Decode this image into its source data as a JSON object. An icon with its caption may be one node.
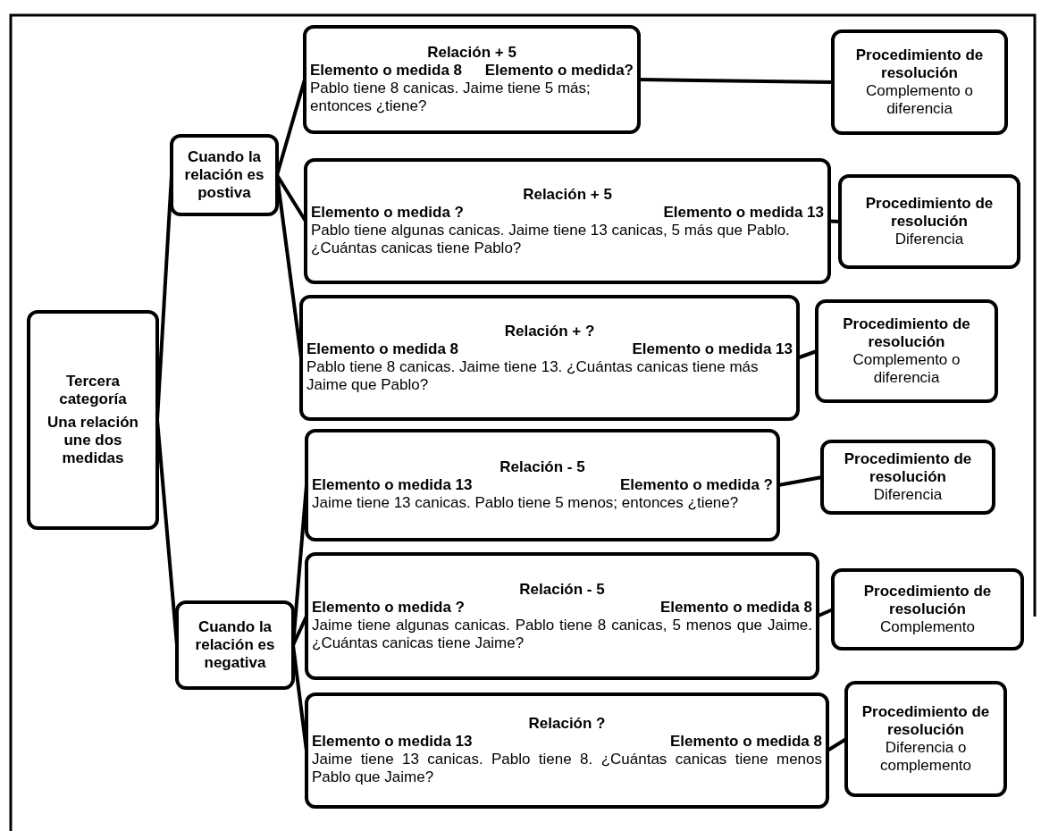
{
  "diagram": {
    "nodes": [
      {
        "text": [
          "Tercera categoría",
          "Una relación une dos medidas"
        ]
      },
      {
        "text": [
          "Cuando la relación es postiva"
        ]
      },
      {
        "text": [
          "Relación + 5",
          "Elemento o medida 8",
          "Elemento o medida?",
          "Pablo tiene 8 canicas. Jaime tiene 5 más; entonces ¿tiene?"
        ]
      },
      {
        "text": [
          "Procedimiento de resolución",
          "Complemento  o diferencia"
        ]
      },
      {
        "text": [
          "Relación + 5",
          "Elemento o medida ?",
          "Elemento o medida 13",
          "Pablo tiene algunas canicas.  Jaime tiene 13 canicas, 5 más que Pablo. ¿Cuántas canicas tiene Pablo?"
        ]
      },
      {
        "text": [
          "Procedimiento de resolución",
          "Diferencia"
        ]
      },
      {
        "text": [
          "Relación + ?",
          "Elemento o medida 8",
          "Elemento o medida 13",
          "Pablo tiene 8 canicas.  Jaime tiene 13.  ¿Cuántas canicas tiene más Jaime que Pablo?"
        ]
      },
      {
        "text": [
          "Procedimiento de resolución",
          "Complemento o diferencia"
        ]
      },
      {
        "text": [
          "Cuando la relación es negativa"
        ]
      },
      {
        "text": [
          "Relación - 5",
          "Elemento o medida 13",
          "Elemento o medida ?",
          "Jaime  tiene 13 canicas. Pablo tiene 5 menos; entonces ¿tiene?"
        ]
      },
      {
        "text": [
          "Procedimiento de resolución",
          "Diferencia"
        ]
      },
      {
        "text": [
          "Relación  - 5",
          "Elemento o medida ?",
          "Elemento o medida 8",
          "Jaime tiene algunas canicas.  Pablo tiene 8 canicas,  5 menos que Jaime.  ¿Cuántas canicas tiene Jaime?"
        ]
      },
      {
        "text": [
          "Procedimiento de resolución",
          "Complemento"
        ]
      },
      {
        "text": [
          "Relación ?",
          "Elemento o medida 13",
          "Elemento o medida 8",
          "Jaime tiene 13 canicas. Pablo tiene 8. ¿Cuántas canicas tiene menos Pablo que Jaime?"
        ]
      },
      {
        "text": [
          "Procedimiento de resolución",
          "Diferencia o complemento"
        ]
      }
    ],
    "edges": [
      {
        "from": 0,
        "to": 1,
        "arrow": "none"
      },
      {
        "from": 0,
        "to": 8,
        "arrow": "none"
      },
      {
        "from": 1,
        "to": 2,
        "arrow": "none"
      },
      {
        "from": 1,
        "to": 4,
        "arrow": "none"
      },
      {
        "from": 1,
        "to": 6,
        "arrow": "none"
      },
      {
        "from": 8,
        "to": 9,
        "arrow": "none"
      },
      {
        "from": 8,
        "to": 11,
        "arrow": "none"
      },
      {
        "from": 8,
        "to": 13,
        "arrow": "none"
      },
      {
        "from": 2,
        "to": 3,
        "arrow": "none"
      },
      {
        "from": 4,
        "to": 5,
        "arrow": "none"
      },
      {
        "from": 6,
        "to": 7,
        "arrow": "none"
      },
      {
        "from": 9,
        "to": 10,
        "arrow": "none"
      },
      {
        "from": 11,
        "to": 12,
        "arrow": "none"
      },
      {
        "from": 13,
        "to": 14,
        "arrow": "none"
      }
    ]
  }
}
